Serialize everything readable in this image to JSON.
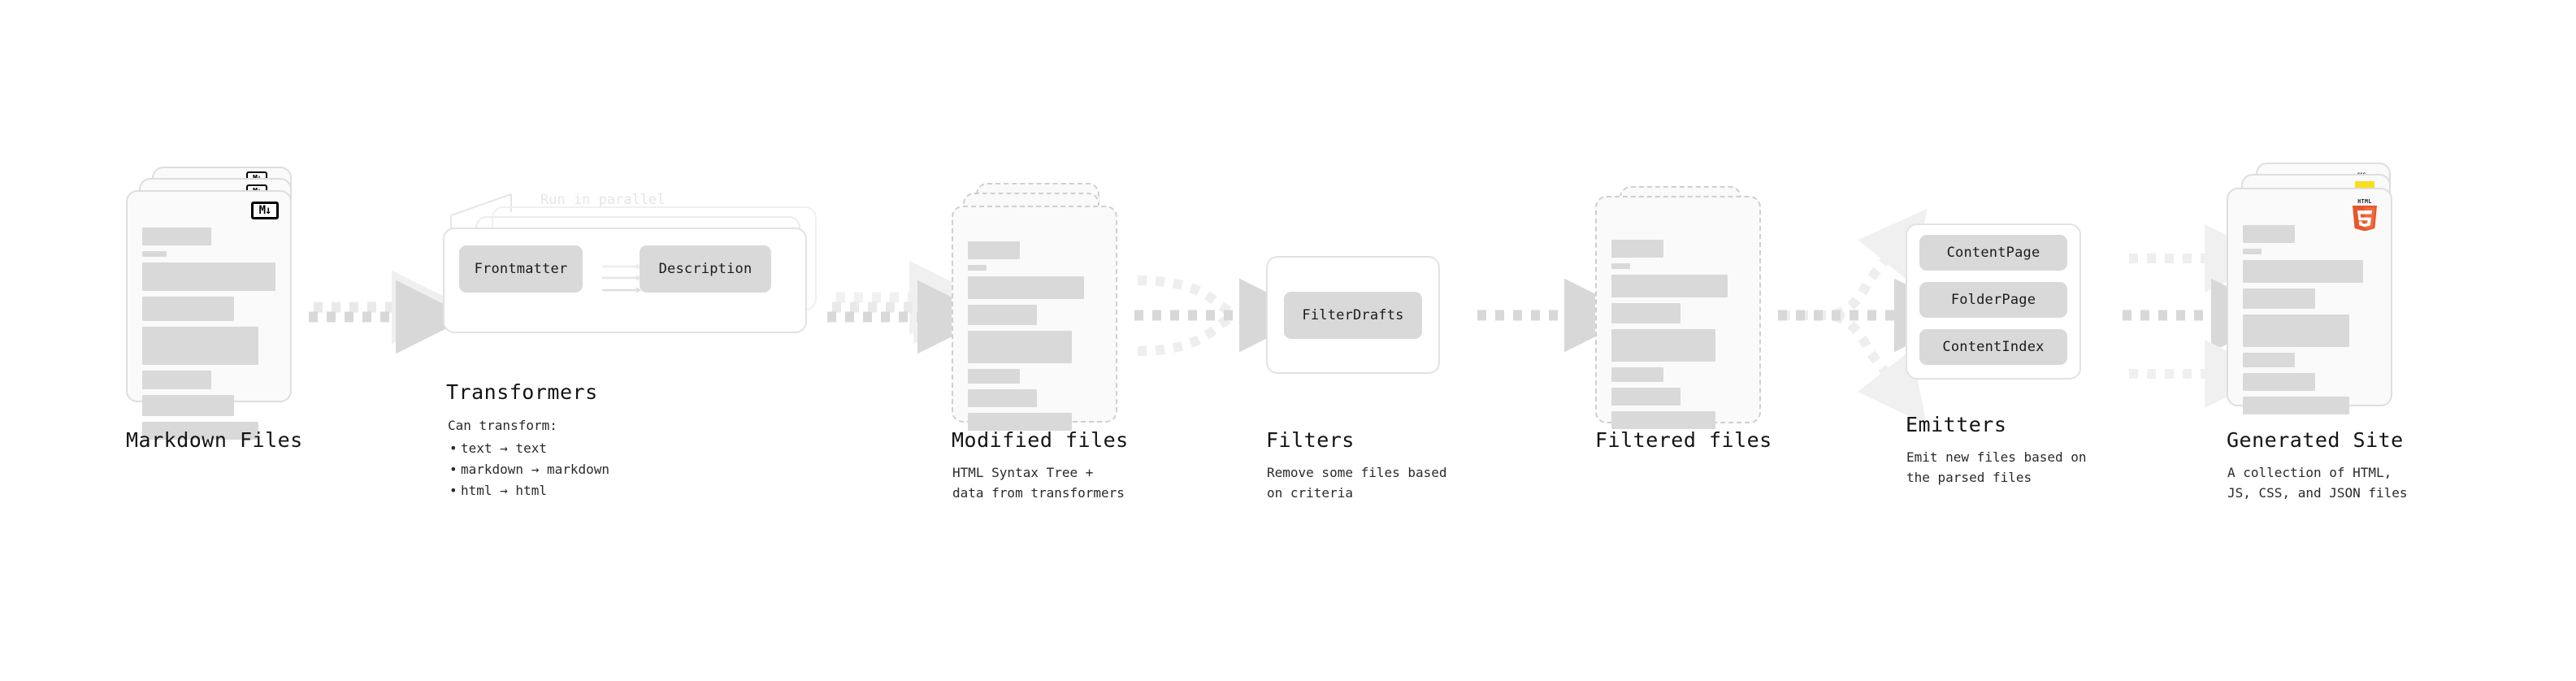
{
  "diagram": {
    "title_semantic": "quartz-build-pipeline",
    "background": "#ffffff",
    "accent_muted": "#d9d9d9",
    "accent_line": "#e2e2e2",
    "text_color": "#141414"
  },
  "stages": [
    {
      "id": "markdown-files",
      "kind": "file-stack",
      "caption": "Markdown Files",
      "description": "",
      "badge_icon": "markdown-icon",
      "badge_text": "M↓",
      "sheet_style": "solid",
      "stack_count": 3
    },
    {
      "id": "transformers",
      "kind": "group",
      "caption": "Transformers",
      "note": "Run in parallel",
      "list_lead": "Can transform:",
      "list_items": [
        "text → text",
        "markdown → markdown",
        "html → html"
      ],
      "chips": [
        "Frontmatter",
        "Description"
      ],
      "stack_count": 3
    },
    {
      "id": "modified-files",
      "kind": "file-stack",
      "caption": "Modified files",
      "description": "HTML Syntax Tree +\ndata from transformers",
      "sheet_style": "dashed",
      "stack_count": 2
    },
    {
      "id": "filters",
      "kind": "group",
      "caption": "Filters",
      "description": "Remove some files based\non criteria",
      "chips": [
        "FilterDrafts"
      ],
      "stack_count": 1
    },
    {
      "id": "filtered-files",
      "kind": "file-stack",
      "caption": "Filtered files",
      "description": "",
      "sheet_style": "dashed",
      "stack_count": 2
    },
    {
      "id": "emitters",
      "kind": "group",
      "caption": "Emitters",
      "description": "Emit new files based on\nthe parsed files",
      "chips": [
        "ContentPage",
        "FolderPage",
        "ContentIndex"
      ],
      "stack_count": 1
    },
    {
      "id": "generated-site",
      "kind": "file-stack",
      "caption": "Generated Site",
      "description": "A collection of HTML,\nJS, CSS, and JSON files",
      "badge_icon": "html5-icon",
      "badge_text": "HTML5",
      "badge_stack_icons": [
        "css3-icon",
        "javascript-icon",
        "html5-icon"
      ],
      "sheet_style": "solid",
      "stack_count": 3
    }
  ],
  "icon_colors": {
    "html5": "#e8562a",
    "javascript": "#f7df1e",
    "css3": "#264de4",
    "markdown": "#000000"
  },
  "connectors": [
    {
      "from": "markdown-files",
      "to": "transformers",
      "style": "dashed-arrow",
      "lanes": 2
    },
    {
      "from": "transformers",
      "to": "modified-files",
      "style": "dashed-arrow",
      "lanes": 3
    },
    {
      "from": "modified-files",
      "to": "filters",
      "style": "dashed-merge",
      "lanes": 3
    },
    {
      "from": "filters",
      "to": "filtered-files",
      "style": "dashed-arrow",
      "lanes": 1
    },
    {
      "from": "filtered-files",
      "to": "emitters",
      "style": "dashed-split",
      "lanes": 3
    },
    {
      "from": "emitters",
      "to": "generated-site",
      "style": "dashed-arrow",
      "lanes": 3
    }
  ]
}
